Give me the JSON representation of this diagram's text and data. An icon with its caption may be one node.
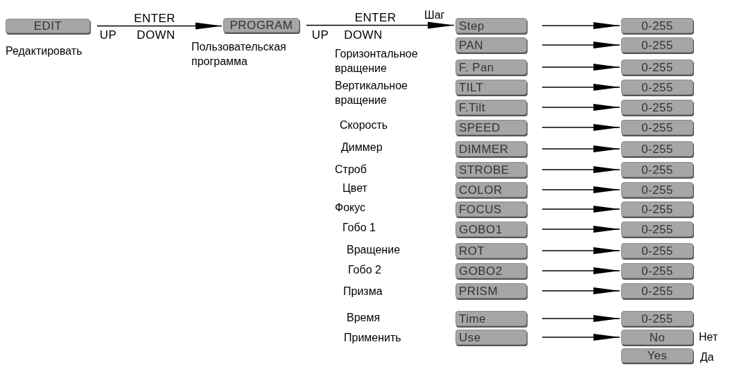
{
  "diagram": {
    "nodes": [
      {
        "text": [
          "EDIT"
        ],
        "beside": [
          "Редактировать"
        ]
      },
      {
        "text": [
          "PROGRAM"
        ],
        "beside": [
          "Пользовательская программа"
        ]
      },
      {
        "text": [
          "Step"
        ],
        "beside": [
          "Шаг"
        ]
      },
      {
        "text": [
          "PAN"
        ],
        "beside": [
          "Горизонтальное вращение"
        ]
      },
      {
        "text": [
          "F. Pan"
        ]
      },
      {
        "text": [
          "TILT"
        ]
      },
      {
        "text": [
          "F.Tilt"
        ]
      },
      {
        "text": [
          "SPEED"
        ]
      },
      {
        "text": [
          "DIMMER"
        ]
      },
      {
        "text": [
          "STROBE"
        ]
      },
      {
        "text": [
          "COLOR"
        ]
      },
      {
        "text": [
          "FOCUS"
        ]
      },
      {
        "text": [
          "GOBO1"
        ]
      },
      {
        "text": [
          "ROT"
        ]
      },
      {
        "text": [
          "GOBO2"
        ]
      },
      {
        "text": [
          "PRISM"
        ]
      },
      {
        "text": [
          "Time"
        ]
      },
      {
        "text": [
          "Use"
        ]
      },
      {
        "text": [
          "0-255"
        ]
      },
      {
        "text": [
          "0-255"
        ]
      },
      {
        "text": [
          "0-255"
        ]
      },
      {
        "text": [
          "0-255"
        ]
      },
      {
        "text": [
          "0-255"
        ]
      },
      {
        "text": [
          "0-255"
        ]
      },
      {
        "text": [
          "0-255"
        ]
      },
      {
        "text": [
          "0-255"
        ]
      },
      {
        "text": [
          "0-255"
        ]
      },
      {
        "text": [
          "0-255"
        ]
      },
      {
        "text": [
          "0-255"
        ]
      },
      {
        "text": [
          "0-255"
        ]
      },
      {
        "text": [
          "0-255"
        ]
      },
      {
        "text": [
          "0-255"
        ]
      },
      {
        "text": [
          "0-255"
        ]
      },
      {
        "text": [
          "No"
        ],
        "beside": [
          "Нет"
        ]
      },
      {
        "text": [
          "Yes"
        ],
        "beside": [
          "Да"
        ]
      }
    ],
    "edges": [
      {
        "from": 0,
        "to": 1,
        "arrow": "to",
        "label": "ENTER"
      },
      {
        "from": 1,
        "to": 2,
        "arrow": "to",
        "label": "ENTER"
      },
      {
        "from": 2,
        "to": 18,
        "arrow": "to"
      },
      {
        "from": 3,
        "to": 19,
        "arrow": "to"
      },
      {
        "from": 4,
        "to": 20,
        "arrow": "to"
      },
      {
        "from": 5,
        "to": 21,
        "arrow": "to"
      },
      {
        "from": 6,
        "to": 22,
        "arrow": "to"
      },
      {
        "from": 7,
        "to": 23,
        "arrow": "to"
      },
      {
        "from": 8,
        "to": 24,
        "arrow": "to"
      },
      {
        "from": 9,
        "to": 25,
        "arrow": "to"
      },
      {
        "from": 10,
        "to": 26,
        "arrow": "to"
      },
      {
        "from": 11,
        "to": 27,
        "arrow": "to"
      },
      {
        "from": 12,
        "to": 28,
        "arrow": "to"
      },
      {
        "from": 13,
        "to": 29,
        "arrow": "to"
      },
      {
        "from": 14,
        "to": 30,
        "arrow": "to"
      },
      {
        "from": 15,
        "to": 31,
        "arrow": "to"
      },
      {
        "from": 16,
        "to": 32,
        "arrow": "to"
      },
      {
        "from": 17,
        "to": 33,
        "arrow": "to"
      }
    ],
    "labels": [
      "UP",
      "DOWN",
      "UP",
      "DOWN",
      "Вертикальное вращение",
      "Скорость",
      "Диммер",
      "Строб",
      "Цвет",
      "Фокус",
      "Гобо 1",
      "Вращение",
      "Гобо 2",
      "Призма",
      "Время",
      "Применить"
    ]
  }
}
